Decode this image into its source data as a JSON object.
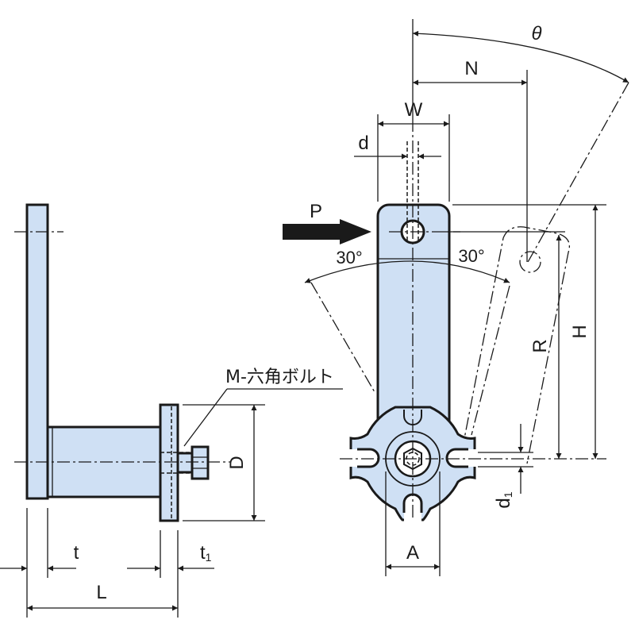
{
  "labels": {
    "theta": "θ",
    "N": "N",
    "W": "W",
    "d": "d",
    "P": "P",
    "angle_left": "30°",
    "angle_right": "30°",
    "R": "R",
    "H": "H",
    "A": "A",
    "d1_main": "d",
    "d1_sub": "1",
    "D": "D",
    "t": "t",
    "t1_main": "t",
    "t1_sub": "1",
    "L": "L",
    "bolt_note": "M-六角ボルト"
  },
  "colors": {
    "part_fill": "#cfe0f4",
    "line": "#1a1a1a"
  }
}
